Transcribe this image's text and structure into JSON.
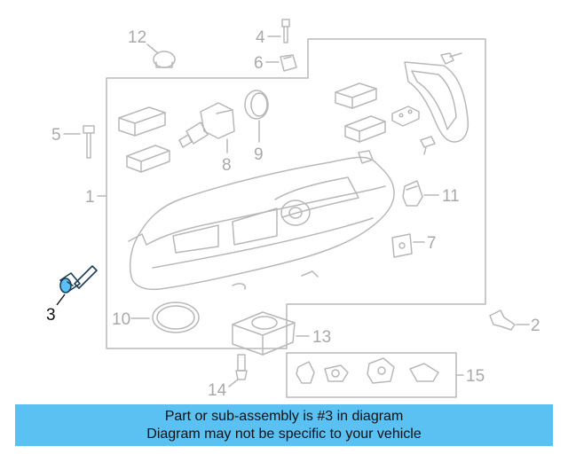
{
  "diagram": {
    "callouts": [
      {
        "id": "1",
        "label": "1"
      },
      {
        "id": "2",
        "label": "2"
      },
      {
        "id": "3",
        "label": "3"
      },
      {
        "id": "4",
        "label": "4"
      },
      {
        "id": "5",
        "label": "5"
      },
      {
        "id": "6",
        "label": "6"
      },
      {
        "id": "7",
        "label": "7"
      },
      {
        "id": "8",
        "label": "8"
      },
      {
        "id": "9",
        "label": "9"
      },
      {
        "id": "10",
        "label": "10"
      },
      {
        "id": "11",
        "label": "11"
      },
      {
        "id": "12",
        "label": "12"
      },
      {
        "id": "13",
        "label": "13"
      },
      {
        "id": "14",
        "label": "14"
      },
      {
        "id": "15",
        "label": "15"
      }
    ],
    "highlighted_part": "3"
  },
  "banner": {
    "line1": "Part or sub-assembly is #3 in diagram",
    "line2": "Diagram may not be specific to your vehicle",
    "color": "#5bc0f2"
  }
}
